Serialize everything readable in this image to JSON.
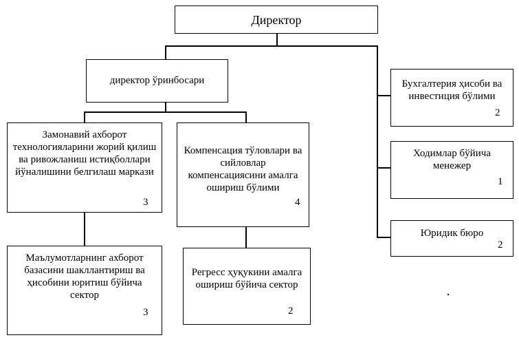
{
  "director": {
    "label": "Директор"
  },
  "deputy": {
    "label": "директор ўринбосари"
  },
  "units": {
    "it_center": {
      "label": "Замонавий ахборот технологияларини жорий қилиш ва ривожланиш истиқболлари йўналишини белгилаш маркази",
      "staff": "3"
    },
    "compensation": {
      "label": "Компенсация тўловлари ва сийловлар компенсациясини амалга ошириш бўлими",
      "staff": "4"
    },
    "database": {
      "label": "Маълумотларнинг ахборот базасини шакллантириш ва ҳисобини юритиш бўйича сектор",
      "staff": "3"
    },
    "regress": {
      "label": "Регресс ҳуқукини амалга ошириш бўйича сектор",
      "staff": "2"
    },
    "accounting": {
      "label": "Бухгалтерия ҳисоби ва инвестиция бўлими",
      "staff": "2"
    },
    "hr": {
      "label": "Ходимлар бўйича менежер",
      "staff": "1"
    },
    "legal": {
      "label": "Юридик бюро",
      "staff": "2"
    }
  }
}
